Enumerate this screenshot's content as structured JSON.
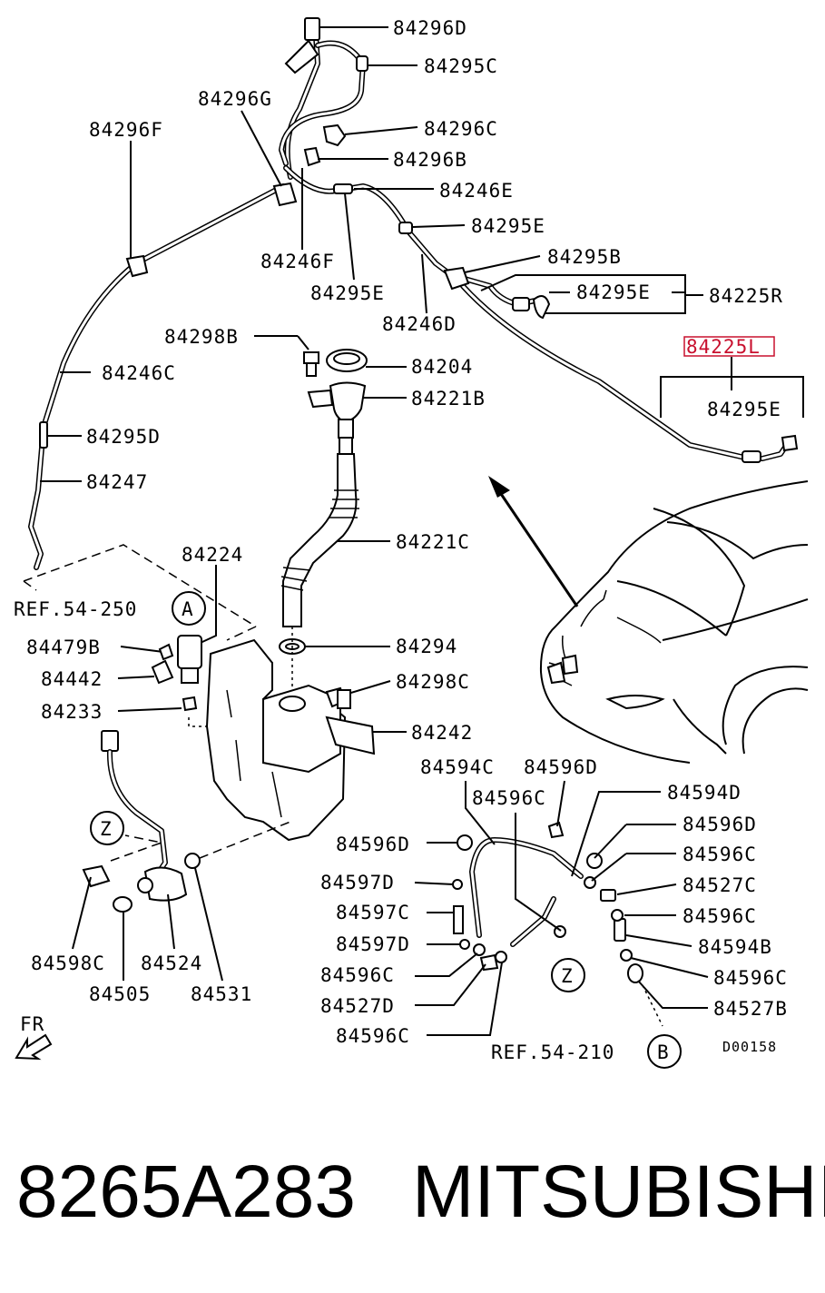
{
  "labels": {
    "l84296D": "84296D",
    "l84295C": "84295C",
    "l84296G": "84296G",
    "l84296F": "84296F",
    "l84296C": "84296C",
    "l84296B": "84296B",
    "l84246E": "84246E",
    "l84295E_a": "84295E",
    "l84246F": "84246F",
    "l84295B": "84295B",
    "l84295E_b": "84295E",
    "l84225R": "84225R",
    "l84295E_c": "84295E",
    "l84246D": "84246D",
    "l84225L": "84225L",
    "l84298B": "84298B",
    "l84204": "84204",
    "l84221B": "84221B",
    "l84246C": "84246C",
    "l84295E_d": "84295E",
    "l84295D": "84295D",
    "l84247": "84247",
    "l84221C": "84221C",
    "l84224": "84224",
    "lREF54250": "REF.54-250",
    "lA": "A",
    "l84479B": "84479B",
    "l84294": "84294",
    "l84442": "84442",
    "l84298C": "84298C",
    "l84233": "84233",
    "l84242": "84242",
    "l84594C": "84594C",
    "l84596D_a": "84596D",
    "l84596C_a": "84596C",
    "l84594D": "84594D",
    "lZ1": "Z",
    "l84596D_b": "84596D",
    "l84596D_c": "84596D",
    "l84596C_b": "84596C",
    "l84597D_a": "84597D",
    "l84527C": "84527C",
    "l84597C": "84597C",
    "l84596C_c": "84596C",
    "l84598C": "84598C",
    "l84524": "84524",
    "l84597D_b": "84597D",
    "l84594B": "84594B",
    "l84596C_d": "84596C",
    "lZ2": "Z",
    "l84596C_e": "84596C",
    "l84505": "84505",
    "l84531": "84531",
    "l84527D": "84527D",
    "l84527B": "84527B",
    "l84596C_f": "84596C",
    "lFR": "FR",
    "lREF54210": "REF.54-210",
    "lB": "B",
    "lD00158": "D00158"
  },
  "footer": {
    "part_number": "8265A283",
    "brand": "MITSUBISHI"
  },
  "colors": {
    "highlight": "#c8102e",
    "ink": "#000000"
  }
}
